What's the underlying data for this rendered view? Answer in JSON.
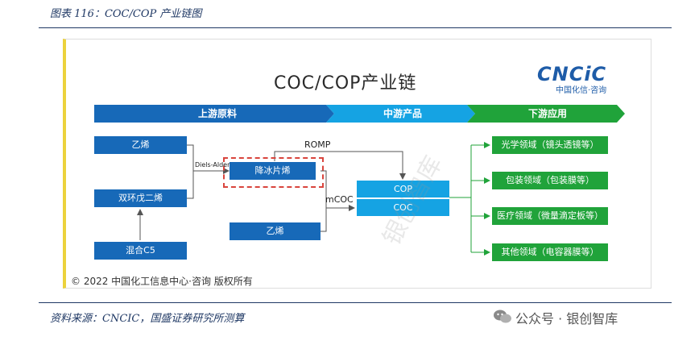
{
  "header": {
    "caption": "图表 116：COC/COP 产业链图"
  },
  "diagram": {
    "title": "COC/COP产业链",
    "logo": {
      "text": "CNCiC",
      "subtext": "中国化信·咨询"
    },
    "stages": [
      "上游原料",
      "中游产品",
      "下游应用"
    ],
    "upstream": [
      "乙烯",
      "双环戊二烯",
      "混合C5"
    ],
    "middle_inputs": {
      "norbornene": "降冰片烯",
      "ethylene": "乙烯"
    },
    "products": [
      "COP",
      "COC"
    ],
    "edge_labels": {
      "diels_alder": "Diels-Alder",
      "romp": "ROMP",
      "mcoc": "mCOC"
    },
    "applications": [
      "光学领域（镜头透镜等）",
      "包装领域（包装膜等）",
      "医疗领域（微量滴定板等）",
      "其他领域（电容器膜等）"
    ],
    "watermark": "银创智库",
    "copyright": "© 2022 中国化工信息中心·咨询 版权所有"
  },
  "footer": {
    "source": "资料来源：CNCIC，国盛证券研究所测算",
    "wechat": "公众号 · 银创智库"
  },
  "colors": {
    "dark_blue": "#1769b8",
    "light_blue": "#15a3e3",
    "green": "#20a33a",
    "dash_red": "#d9453d",
    "navy": "#1f3864"
  }
}
